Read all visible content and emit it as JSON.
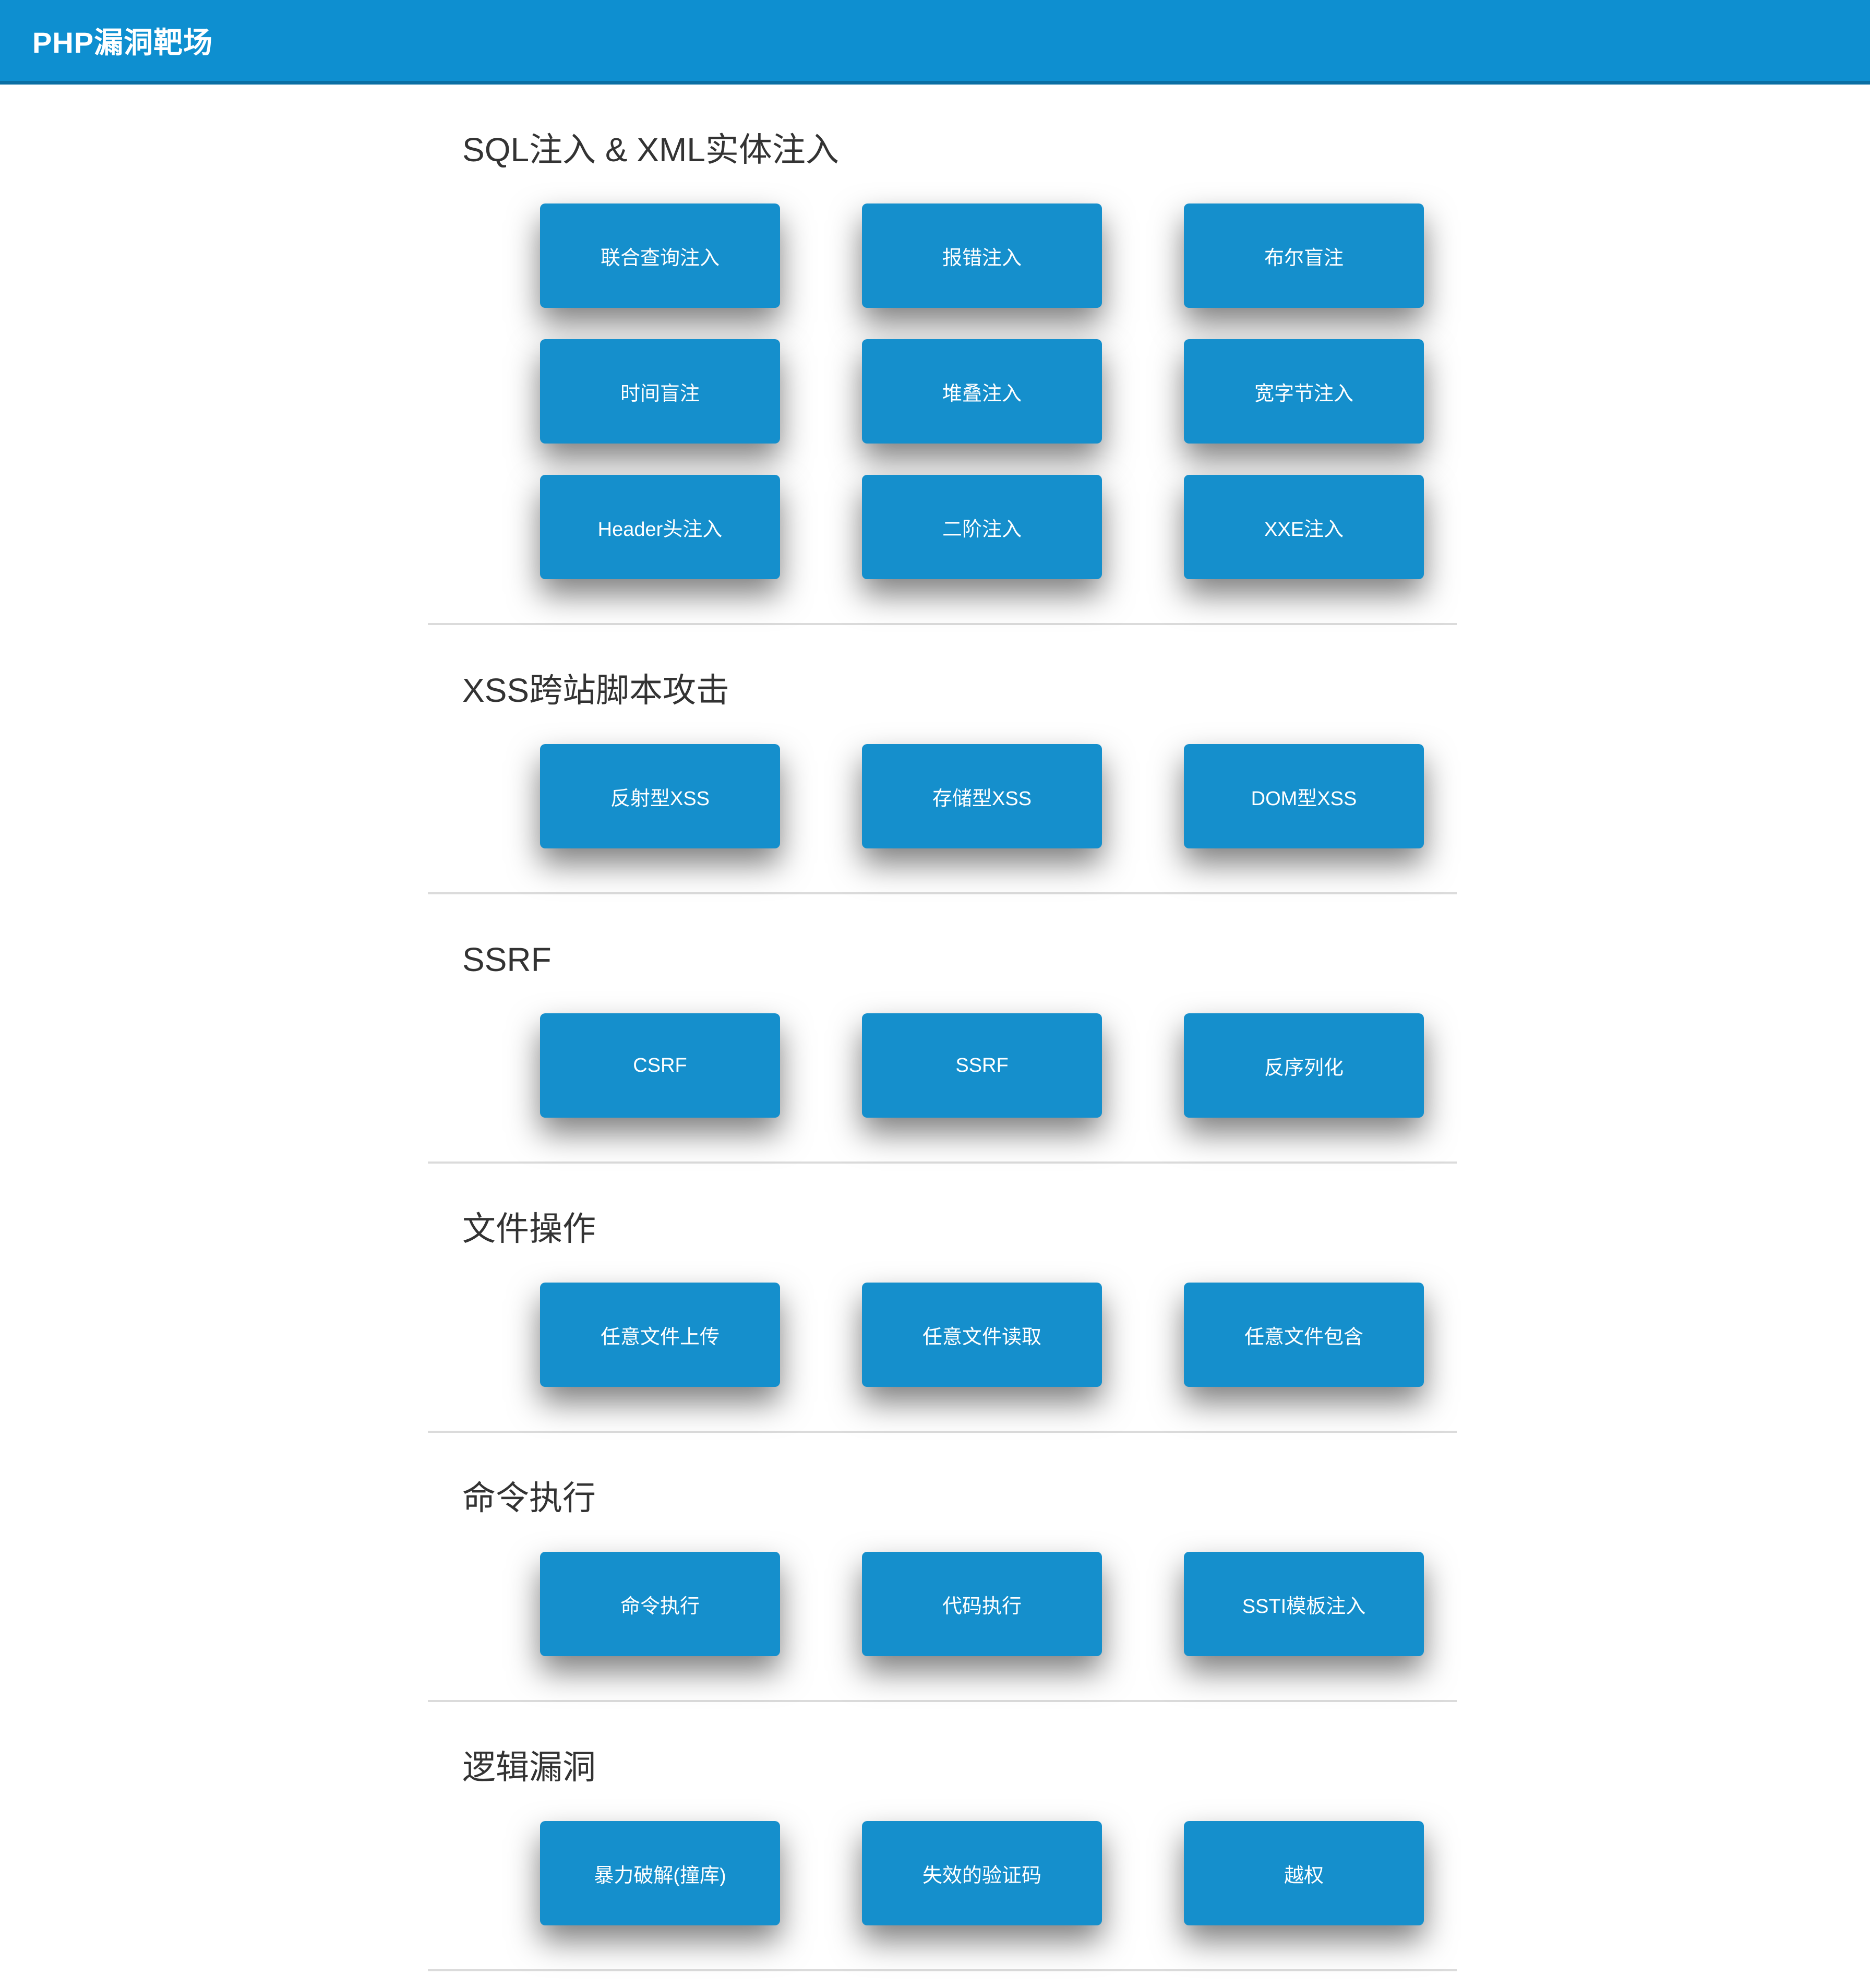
{
  "header": {
    "title": "PHP漏洞靶场"
  },
  "theme": {
    "header_bg": "#0E8FD0",
    "header_border": "#0A6FA4",
    "button_bg": "#158FCC",
    "button_text": "#FFFFFF",
    "section_title_color": "#333333",
    "divider_color": "#DBDBDB"
  },
  "sections": [
    {
      "title": "SQL注入 & XML实体注入",
      "buttons": [
        "联合查询注入",
        "报错注入",
        "布尔盲注",
        "时间盲注",
        "堆叠注入",
        "宽字节注入",
        "Header头注入",
        "二阶注入",
        "XXE注入"
      ]
    },
    {
      "title": "XSS跨站脚本攻击",
      "buttons": [
        "反射型XSS",
        "存储型XSS",
        "DOM型XSS"
      ]
    },
    {
      "title": "SSRF",
      "buttons": [
        "CSRF",
        "SSRF",
        "反序列化"
      ]
    },
    {
      "title": "文件操作",
      "buttons": [
        "任意文件上传",
        "任意文件读取",
        "任意文件包含"
      ]
    },
    {
      "title": "命令执行",
      "buttons": [
        "命令执行",
        "代码执行",
        "SSTI模板注入"
      ]
    },
    {
      "title": "逻辑漏洞",
      "buttons": [
        "暴力破解(撞库)",
        "失效的验证码",
        "越权"
      ]
    }
  ]
}
